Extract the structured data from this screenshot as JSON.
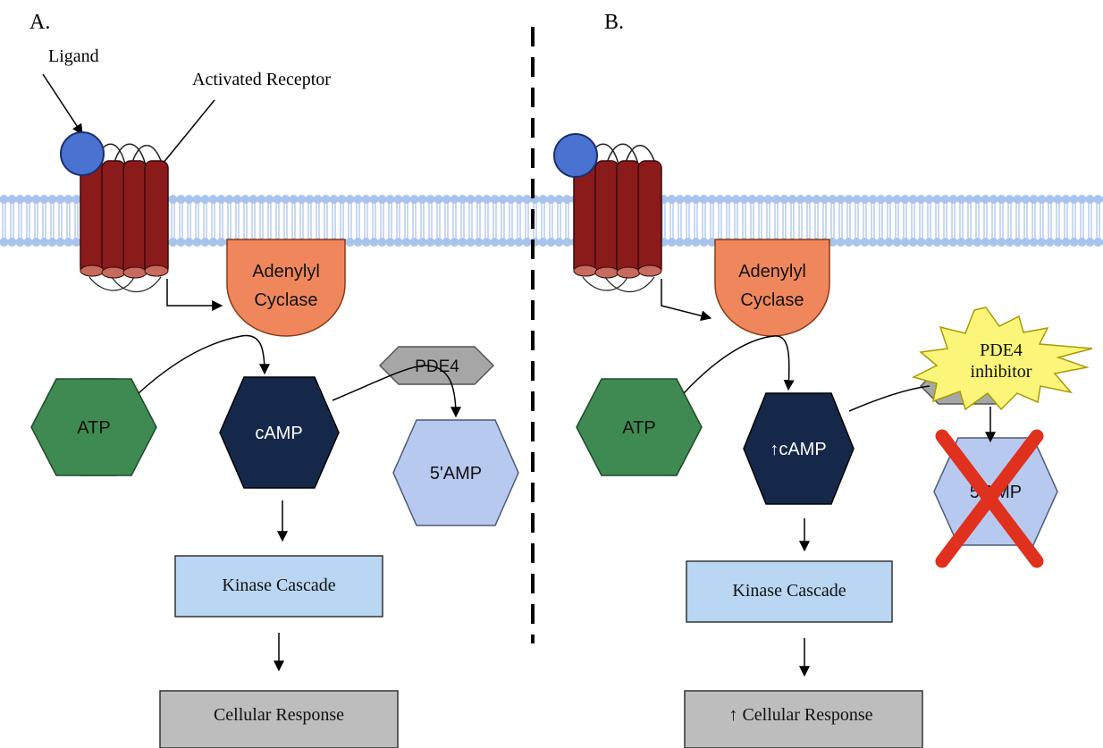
{
  "panels": {
    "a": {
      "label": "A.",
      "ligand_label": "Ligand",
      "receptor_label": "Activated Receptor",
      "enzyme_line1": "Adenylyl",
      "enzyme_line2": "Cyclase",
      "substrate": "ATP",
      "second_messenger": "cAMP",
      "degrading_enzyme": "PDE4",
      "product": "5'AMP",
      "cascade": "Kinase Cascade",
      "response": "Cellular Response"
    },
    "b": {
      "label": "B.",
      "enzyme_line1": "Adenylyl",
      "enzyme_line2": "Cyclase",
      "substrate": "ATP",
      "second_messenger": "↑cAMP",
      "degrading_enzyme": "PDE4",
      "product": "5'AMP",
      "inhibitor_line1": "PDE4",
      "inhibitor_line2": "inhibitor",
      "cascade": "Kinase Cascade",
      "response": "↑ Cellular Response"
    }
  },
  "colors": {
    "membrane": "#a9c4ec",
    "receptor": "#8b1a1a",
    "ligand": "#4a72d0",
    "adenylyl_cyclase": "#f0875c",
    "atp": "#3f8a52",
    "camp": "#15284a",
    "pde4": "#a6a6a6",
    "amp": "#b8c9f0",
    "kinase_cascade": "#b9d6f2",
    "cellular_response": "#bdbdbd",
    "inhibitor": "#fbf57a",
    "cross": "#e0301e"
  }
}
